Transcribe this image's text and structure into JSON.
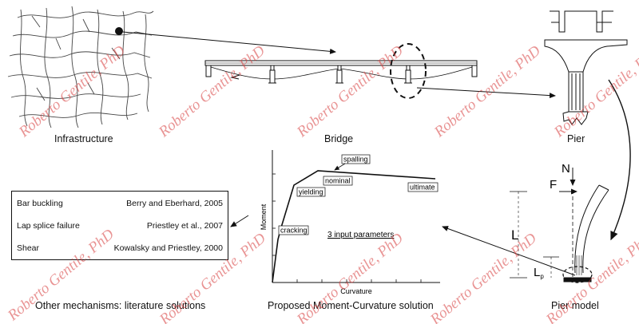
{
  "captions": {
    "infrastructure": "Infrastructure",
    "bridge": "Bridge",
    "pier": "Pier",
    "pier_model": "Pier model",
    "other_mechanisms": "Other mechanisms: literature solutions",
    "moment_curvature": "Proposed Moment-Curvature solution"
  },
  "table": {
    "rows": [
      {
        "mechanism": "Bar buckling",
        "reference": "Berry and Eberhard, 2005"
      },
      {
        "mechanism": "Lap splice failure",
        "reference": "Priestley et al., 2007"
      },
      {
        "mechanism": "Shear",
        "reference": "Kowalsky and Priestley, 2000"
      }
    ]
  },
  "chart": {
    "xlabel": "Curvature",
    "ylabel": "Moment",
    "points": {
      "cracking": "cracking",
      "yielding": "yielding",
      "nominal": "nominal",
      "spalling": "spalling",
      "ultimate": "ultimate"
    },
    "note": "3 input parameters"
  },
  "pier_model": {
    "N": "N",
    "F": "F",
    "L": "L",
    "Lp_main": "L",
    "Lp_sub": "p"
  },
  "watermark": "Roberto Gentile, PhD"
}
